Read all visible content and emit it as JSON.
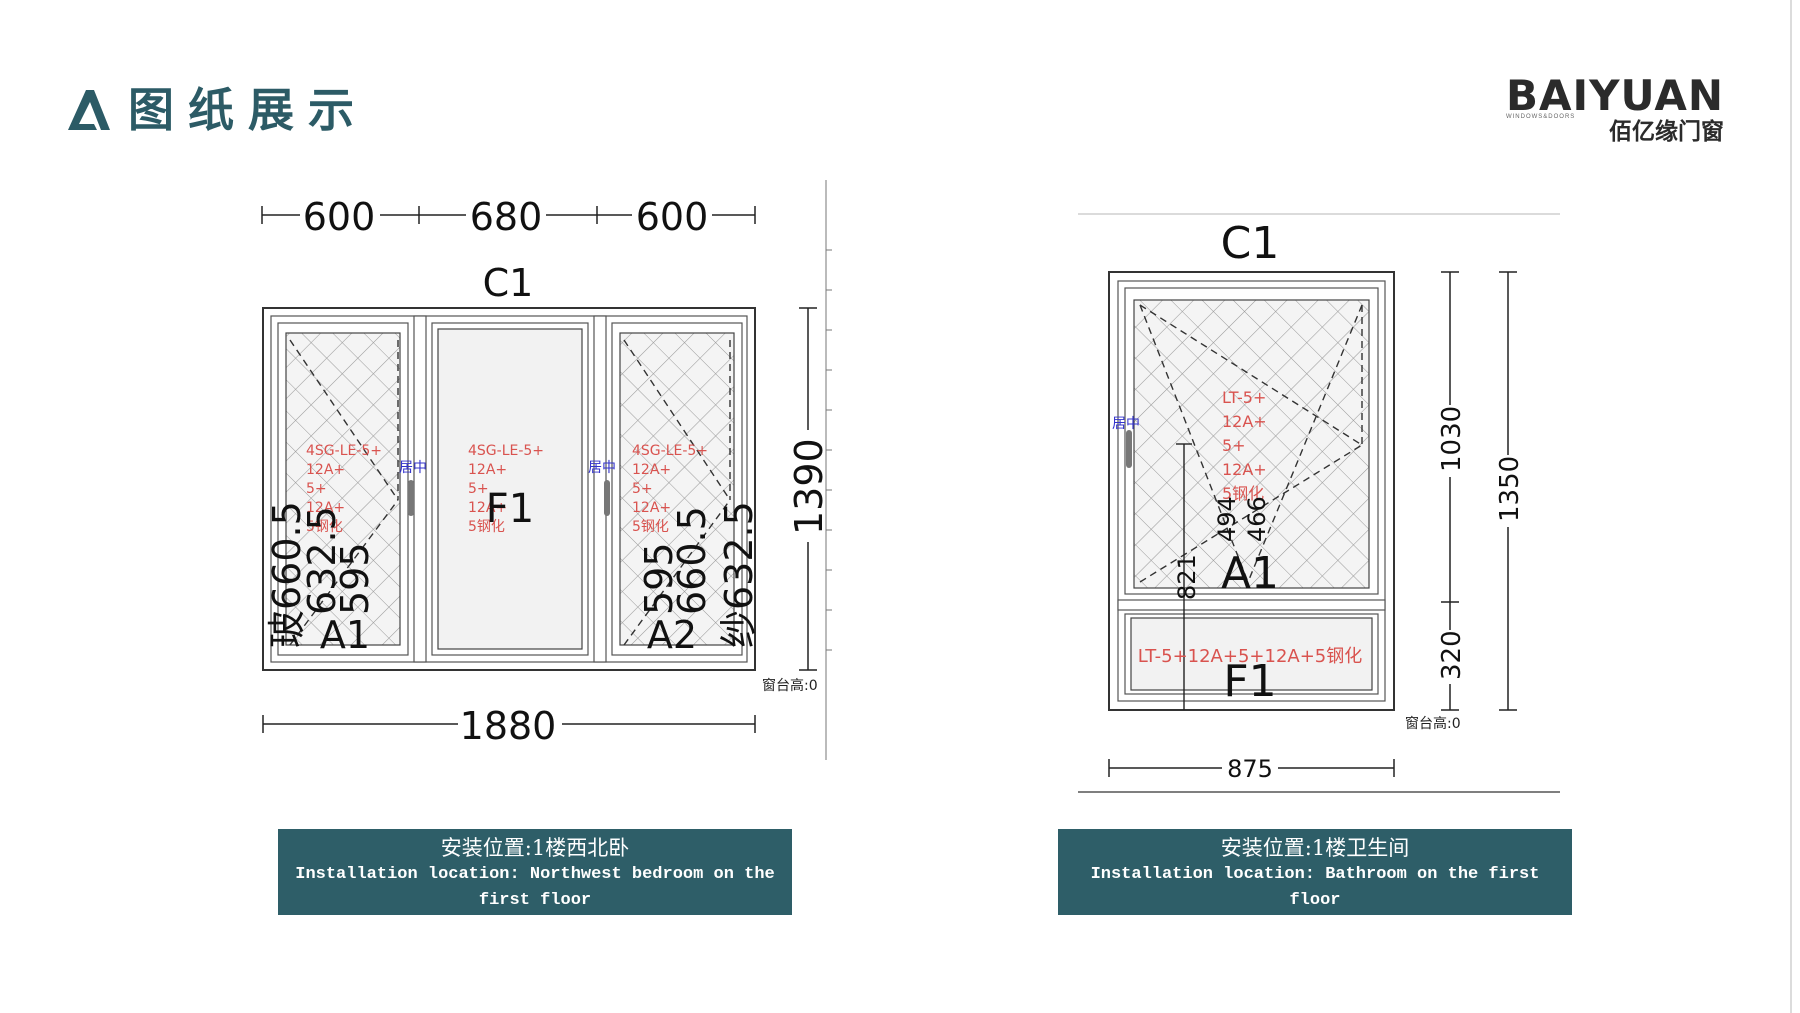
{
  "header": {
    "title": "图纸展示",
    "brand_name": "BAIYUAN",
    "brand_sub": "WINDOWS&DOORS",
    "brand_cn": "佰亿缘门窗"
  },
  "colors": {
    "accent": "#2e5e68",
    "title": "#2c5b66",
    "glass_spec": "#d9534f",
    "handle_label": "#3333cc"
  },
  "left_window": {
    "code": "C1",
    "top_dims": [
      "600",
      "680",
      "600"
    ],
    "bottom_dim": "1880",
    "height_dim": "1390",
    "sill": "窗台高:0",
    "sash_labels": [
      "A1",
      "F1",
      "A2"
    ],
    "handle_label": "居中",
    "glass_spec_lines": [
      "4SG-LE-5+",
      "12A+",
      "5+",
      "12A+",
      "5钢化"
    ],
    "left_sash_dims": [
      "玻660.5",
      "632.5",
      "595"
    ],
    "right_sash_dims": [
      "595",
      "660.5",
      "纱632.5"
    ],
    "caption_cn": "安装位置:1楼西北卧",
    "caption_en": "Installation location: Northwest bedroom on the first floor"
  },
  "right_window": {
    "code": "C1",
    "width_dim": "875",
    "upper_dim": "1030",
    "lower_dim": "320",
    "total_dim": "1350",
    "sill": "窗台高:0",
    "sash_labels": [
      "A1",
      "F1"
    ],
    "handle_label": "居中",
    "glass_spec_lines": [
      "LT-5+",
      "12A+",
      "5+",
      "12A+",
      "5钢化"
    ],
    "fixed_spec": "LT-5+12A+5+12A+5钢化",
    "inner_dims": [
      "494",
      "466",
      "821"
    ],
    "caption_cn": "安装位置:1楼卫生间",
    "caption_en": "Installation location: Bathroom on the first floor"
  }
}
